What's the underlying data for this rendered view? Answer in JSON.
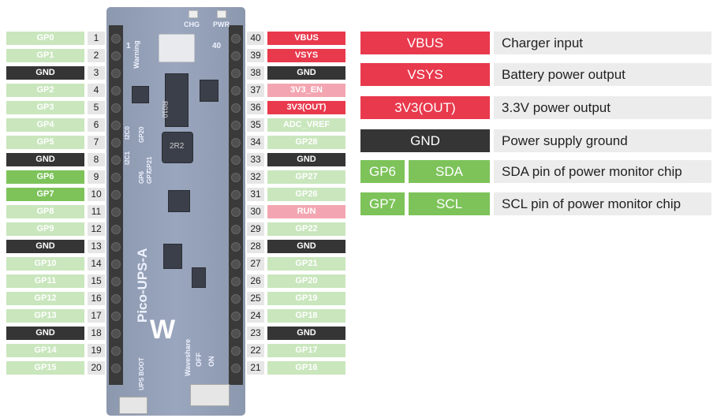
{
  "colors": {
    "gpio": "#c9e6bd",
    "gpio_active": "#7dc35a",
    "gnd": "#353535",
    "power": "#e8394d",
    "power_light": "#f3a6b1",
    "adc": "#c9e6bd",
    "pin_number_bg": "#e6e6e6"
  },
  "left_pins": [
    {
      "label": "GP0",
      "num": "1",
      "type": "gpio"
    },
    {
      "label": "GP1",
      "num": "2",
      "type": "gpio"
    },
    {
      "label": "GND",
      "num": "3",
      "type": "gnd"
    },
    {
      "label": "GP2",
      "num": "4",
      "type": "gpio"
    },
    {
      "label": "GP3",
      "num": "5",
      "type": "gpio"
    },
    {
      "label": "GP4",
      "num": "6",
      "type": "gpio"
    },
    {
      "label": "GP5",
      "num": "7",
      "type": "gpio"
    },
    {
      "label": "GND",
      "num": "8",
      "type": "gnd"
    },
    {
      "label": "GP6",
      "num": "9",
      "type": "gpio_active"
    },
    {
      "label": "GP7",
      "num": "10",
      "type": "gpio_active"
    },
    {
      "label": "GP8",
      "num": "11",
      "type": "gpio"
    },
    {
      "label": "GP9",
      "num": "12",
      "type": "gpio"
    },
    {
      "label": "GND",
      "num": "13",
      "type": "gnd"
    },
    {
      "label": "GP10",
      "num": "14",
      "type": "gpio"
    },
    {
      "label": "GP11",
      "num": "15",
      "type": "gpio"
    },
    {
      "label": "GP12",
      "num": "16",
      "type": "gpio"
    },
    {
      "label": "GP13",
      "num": "17",
      "type": "gpio"
    },
    {
      "label": "GND",
      "num": "18",
      "type": "gnd"
    },
    {
      "label": "GP14",
      "num": "19",
      "type": "gpio"
    },
    {
      "label": "GP15",
      "num": "20",
      "type": "gpio"
    }
  ],
  "right_pins": [
    {
      "label": "VBUS",
      "num": "40",
      "type": "power"
    },
    {
      "label": "VSYS",
      "num": "39",
      "type": "power"
    },
    {
      "label": "GND",
      "num": "38",
      "type": "gnd"
    },
    {
      "label": "3V3_EN",
      "num": "37",
      "type": "power_light"
    },
    {
      "label": "3V3(OUT)",
      "num": "36",
      "type": "power"
    },
    {
      "label": "ADC_VREF",
      "num": "35",
      "type": "adc"
    },
    {
      "label": "GP28",
      "num": "34",
      "type": "gpio"
    },
    {
      "label": "GND",
      "num": "33",
      "type": "gnd"
    },
    {
      "label": "GP27",
      "num": "32",
      "type": "gpio"
    },
    {
      "label": "GP26",
      "num": "31",
      "type": "gpio"
    },
    {
      "label": "RUN",
      "num": "30",
      "type": "power_light"
    },
    {
      "label": "GP22",
      "num": "29",
      "type": "gpio"
    },
    {
      "label": "GND",
      "num": "28",
      "type": "gnd"
    },
    {
      "label": "GP21",
      "num": "27",
      "type": "gpio"
    },
    {
      "label": "GP20",
      "num": "26",
      "type": "gpio"
    },
    {
      "label": "GP19",
      "num": "25",
      "type": "gpio"
    },
    {
      "label": "GP18",
      "num": "24",
      "type": "gpio"
    },
    {
      "label": "GND",
      "num": "23",
      "type": "gnd"
    },
    {
      "label": "GP17",
      "num": "22",
      "type": "gpio"
    },
    {
      "label": "GP16",
      "num": "21",
      "type": "gpio"
    }
  ],
  "board": {
    "name": "Pico-UPS-A",
    "brand": "Waveshare",
    "chg": "CHG",
    "pwr": "PWR",
    "warning": "Warning",
    "pin1": "1",
    "pin40": "40",
    "inductor": "R010",
    "coil": "2R2",
    "i2c1": "I2C1",
    "i2c0": "I2C0",
    "gp6": "GP6",
    "gp7": "GP7",
    "gp20": "GP20",
    "gp21": "GP21",
    "ups_boot": "UPS BOOT",
    "off": "OFF",
    "on": "ON"
  },
  "legend": [
    {
      "badges": [
        {
          "text": "VBUS",
          "type": "power"
        }
      ],
      "desc": "Charger input"
    },
    {
      "badges": [
        {
          "text": "VSYS",
          "type": "power"
        }
      ],
      "desc": "Battery power output"
    },
    {
      "badges": [
        {
          "text": "3V3(OUT)",
          "type": "power"
        }
      ],
      "desc": "3.3V power output"
    },
    {
      "badges": [
        {
          "text": "GND",
          "type": "gnd"
        }
      ],
      "desc": "Power supply ground"
    },
    {
      "badges": [
        {
          "text": "GP6",
          "type": "gpio_active"
        },
        {
          "text": "SDA",
          "type": "gpio_active"
        }
      ],
      "desc": "SDA pin of power monitor chip"
    },
    {
      "badges": [
        {
          "text": "GP7",
          "type": "gpio_active"
        },
        {
          "text": "SCL",
          "type": "gpio_active"
        }
      ],
      "desc": "SCL pin of power monitor chip"
    }
  ]
}
